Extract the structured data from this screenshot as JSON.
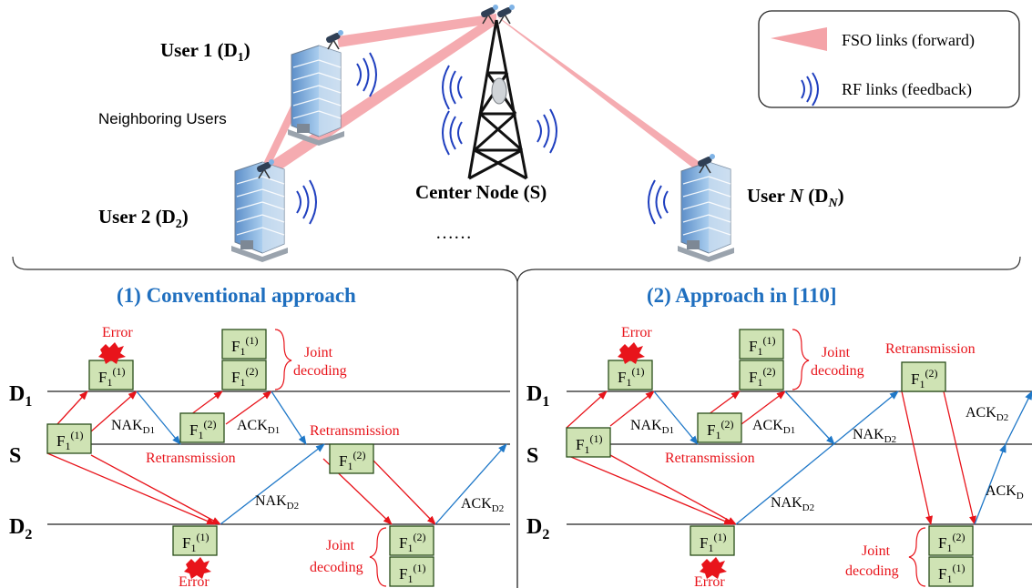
{
  "network": {
    "user1_prefix": "User 1 (D",
    "user1_sub": "1",
    "user1_suffix": ")",
    "user2_prefix": "User 2 (D",
    "user2_sub": "2",
    "user2_suffix": ")",
    "userN_prefix": "User ",
    "userN_italic": "N",
    "userN_mid": " (D",
    "userN_sub": "N",
    "userN_suffix": ")",
    "neighboring": "Neighboring Users",
    "center": "Center Node (S)",
    "ellipsis": "……"
  },
  "legend": {
    "fso": "FSO links (forward)",
    "rf": "RF links (feedback)"
  },
  "colors": {
    "fso": "#f4a3a8",
    "rf": "#1f3fbf",
    "red": "#e8141b",
    "blue": "#1f78c8",
    "title_blue": "#1f6fbf",
    "packet_fill": "#cfe3b4",
    "packet_stroke": "#2a4d1a"
  },
  "panel1": {
    "title": "(1) Conventional approach",
    "d1": "D",
    "d1_sub": "1",
    "s": "S",
    "d2": "D",
    "d2_sub": "2",
    "error_top": "Error",
    "error_bottom": "Error",
    "joint_top": "Joint",
    "decoding_top": "decoding",
    "joint_bottom": "Joint",
    "decoding_bottom": "decoding",
    "retransmission_mid": "Retransmission",
    "retransmission_right": "Retransmission",
    "nak_d1": "NAK",
    "nak_d1_sub": "D1",
    "ack_d1": "ACK",
    "ack_d1_sub": "D1",
    "nak_d2": "NAK",
    "nak_d2_sub": "D2",
    "ack_d2": "ACK",
    "ack_d2_sub": "D2"
  },
  "panel2": {
    "title": "(2) Approach in [110]",
    "d1": "D",
    "d1_sub": "1",
    "s": "S",
    "d2": "D",
    "d2_sub": "2",
    "error_top": "Error",
    "error_bottom": "Error",
    "joint_top": "Joint",
    "decoding_top": "decoding",
    "joint_bottom": "Joint",
    "decoding_bottom": "decoding",
    "retransmission_mid": "Retransmission",
    "retransmission_right": "Retransmission",
    "nak_d1": "NAK",
    "nak_d1_sub": "D1",
    "ack_d1": "ACK",
    "ack_d1_sub": "D1",
    "nak_d2_a": "NAK",
    "nak_d2_a_sub": "D2",
    "nak_d2_b": "NAK",
    "nak_d2_b_sub": "D2",
    "ack_d2": "ACK",
    "ack_d2_sub": "D2",
    "ack_d": "ACK",
    "ack_d_sub": "D"
  },
  "packet": {
    "base": "F",
    "base_sub": "1",
    "v1": "(1)",
    "v2": "(2)"
  }
}
